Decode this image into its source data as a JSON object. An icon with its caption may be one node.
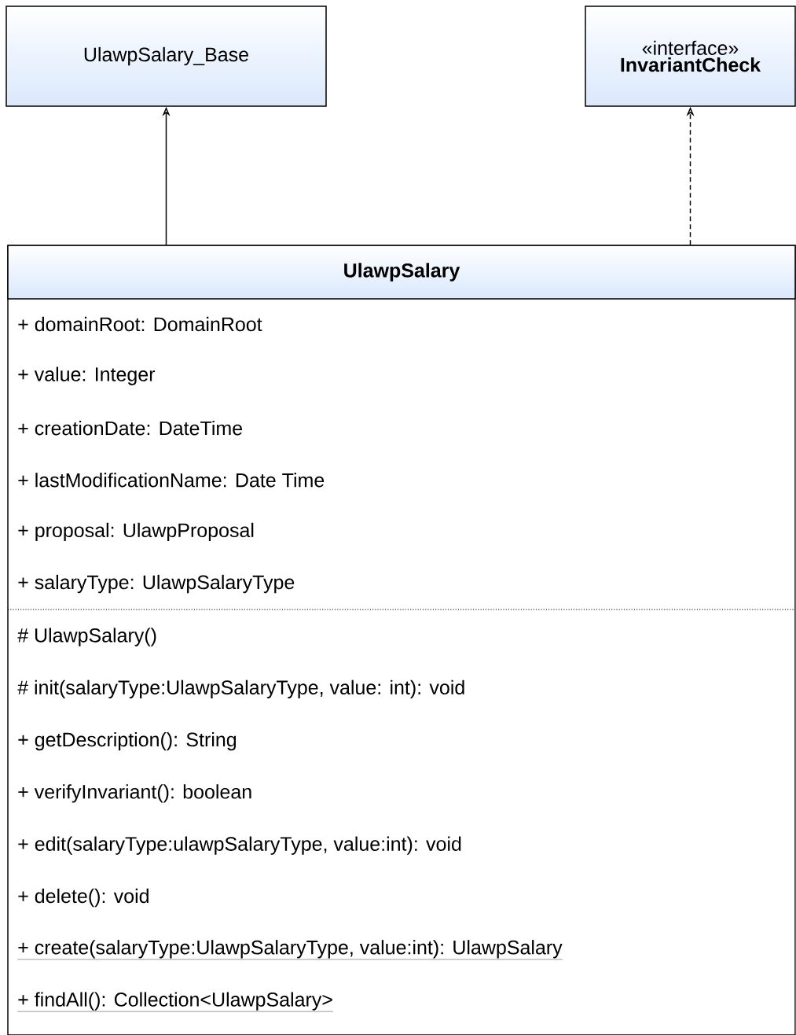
{
  "diagram": {
    "nodes": [
      {
        "text": [
          "UlawpSalary_Base"
        ]
      },
      {
        "text": [
          "«interface»",
          "InvariantCheck"
        ]
      },
      {
        "text": [
          "UlawpSalary",
          "+ domainRoot: DomainRoot",
          "+ value: Integer",
          "+ creationDate: DateTime",
          "+ lastModificationName: Date Time",
          "+ proposal: UlawpProposal",
          "+ salaryType: UlawpSalaryType",
          "# UlawpSalary()",
          "# init(salaryType:UlawpSalaryType, value: int): void",
          "+ getDescription(): String",
          "+ verifyInvariant(): boolean",
          "+ edit(salaryType:ulawpSalaryType, value:int): void",
          "+ delete(): void",
          "+ create(salaryType:UlawpSalaryType, value:int): UlawpSalary",
          "+ findAll(): Collection<UlawpSalary>"
        ]
      }
    ],
    "edges": [
      {
        "from": 2,
        "to": 0,
        "arrow": "to"
      },
      {
        "from": 2,
        "to": 1,
        "arrow": "to",
        "style": "dashed"
      }
    ]
  }
}
